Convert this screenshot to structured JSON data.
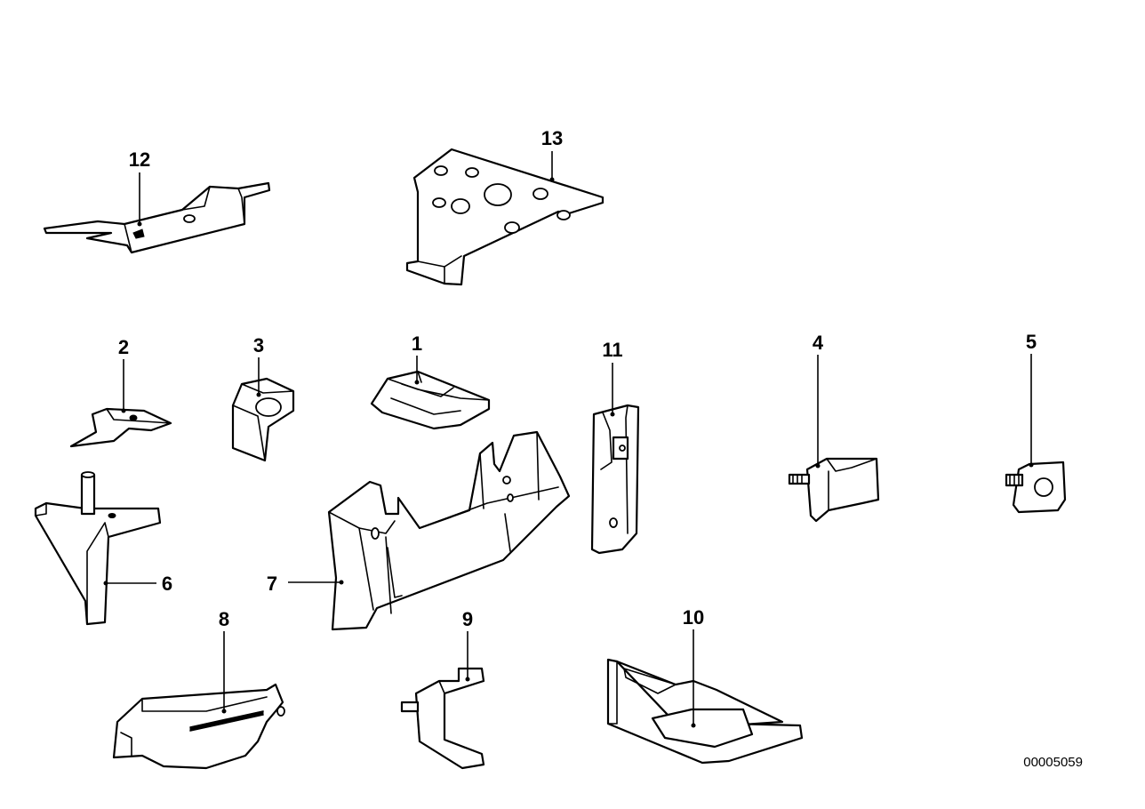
{
  "diagram": {
    "reference_number": "00005059",
    "parts": [
      {
        "id": "1",
        "label": "1"
      },
      {
        "id": "2",
        "label": "2"
      },
      {
        "id": "3",
        "label": "3"
      },
      {
        "id": "4",
        "label": "4"
      },
      {
        "id": "5",
        "label": "5"
      },
      {
        "id": "6",
        "label": "6"
      },
      {
        "id": "7",
        "label": "7"
      },
      {
        "id": "8",
        "label": "8"
      },
      {
        "id": "9",
        "label": "9"
      },
      {
        "id": "10",
        "label": "10"
      },
      {
        "id": "11",
        "label": "11"
      },
      {
        "id": "12",
        "label": "12"
      },
      {
        "id": "13",
        "label": "13"
      }
    ]
  }
}
